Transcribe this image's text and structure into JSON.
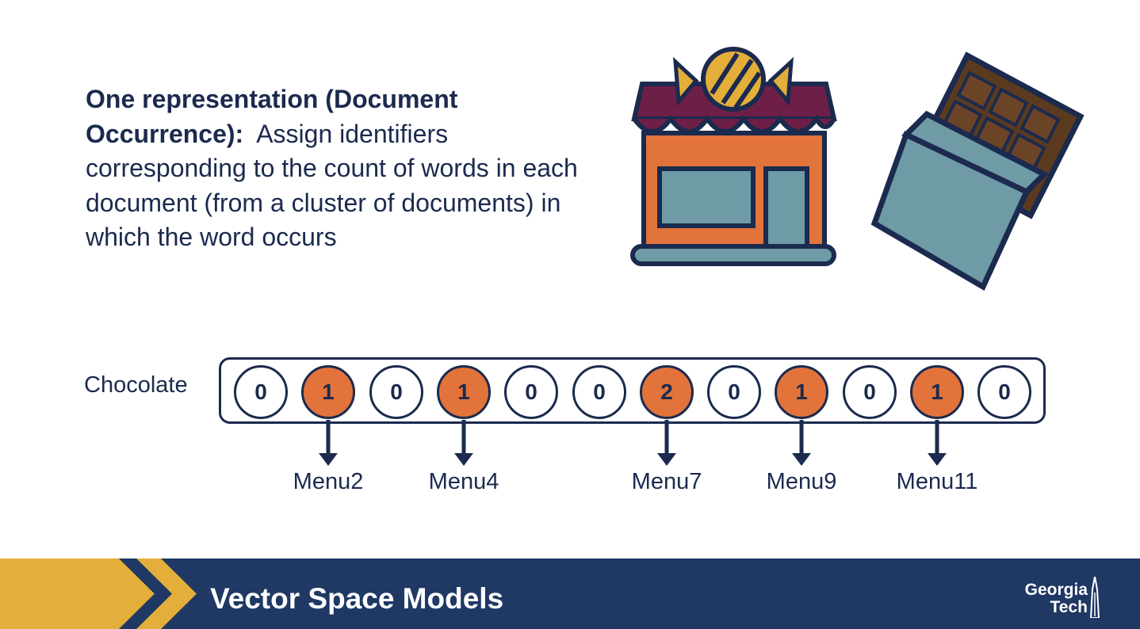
{
  "heading": {
    "bold_part": "One representation (Document Occurrence):",
    "normal_part": "Assign identifiers corresponding to the count of words in each document (from a cluster of documents) in which the word occurs"
  },
  "vector": {
    "label": "Chocolate",
    "values": [
      0,
      1,
      0,
      1,
      0,
      0,
      2,
      0,
      1,
      0,
      1,
      0
    ],
    "menus": [
      {
        "index": 1,
        "label": "Menu2"
      },
      {
        "index": 3,
        "label": "Menu4"
      },
      {
        "index": 6,
        "label": "Menu7"
      },
      {
        "index": 8,
        "label": "Menu9"
      },
      {
        "index": 10,
        "label": "Menu11"
      }
    ]
  },
  "footer": {
    "title": "Vector Space Models",
    "logo_line1": "Georgia",
    "logo_line2": "Tech"
  },
  "colors": {
    "navy": "#1f3864",
    "text": "#1b2a4e",
    "orange": "#e2733b",
    "gold": "#e3ae3a",
    "roof": "#6e1f47",
    "slate": "#6e9ba5",
    "chocolate": "#5b3a1f"
  },
  "icons": [
    "candy-shop-icon",
    "chocolate-bar-icon",
    "georgia-tech-logo"
  ]
}
